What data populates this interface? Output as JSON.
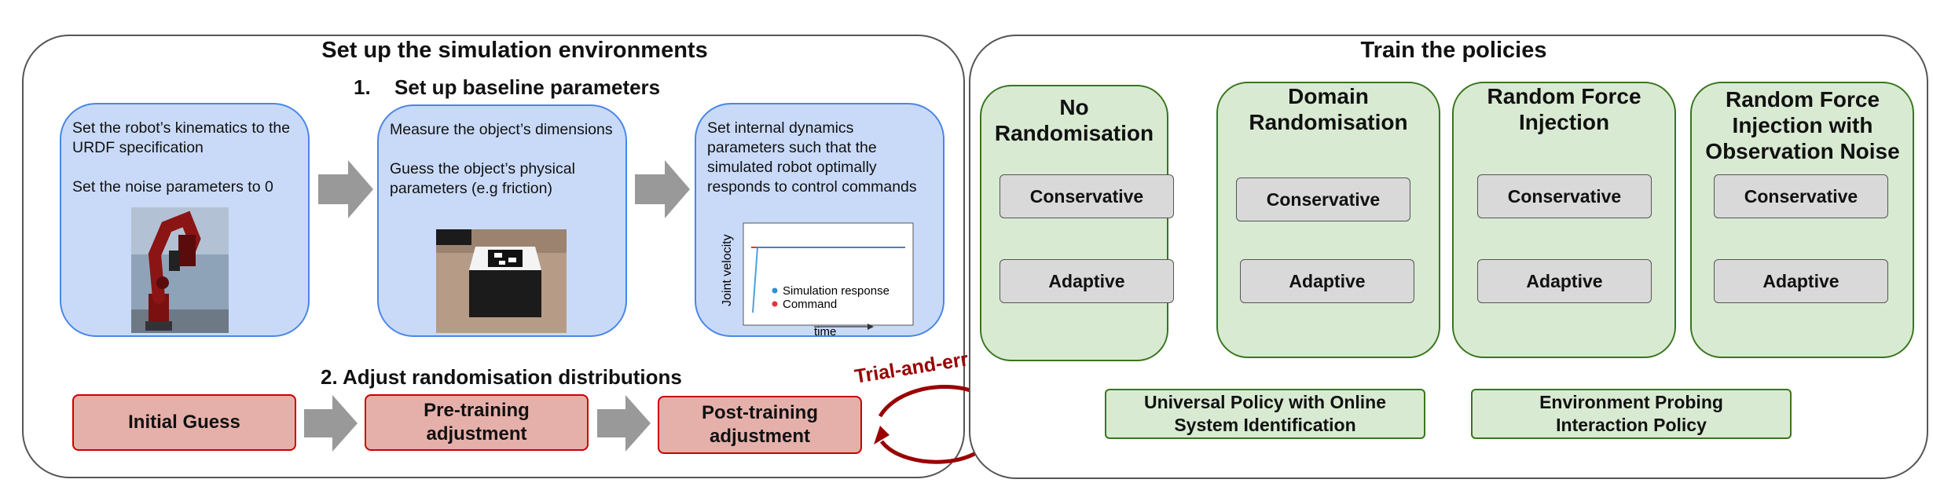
{
  "left_panel": {
    "title": "Set up the simulation environments",
    "step1": {
      "number": "1.",
      "label": "Set up baseline parameters"
    },
    "cards": [
      {
        "line1": "Set the robot’s kinematics to the URDF specification",
        "line2": "Set the noise parameters to 0"
      },
      {
        "line1": "Measure the object’s dimensions",
        "line2": "Guess the object’s physical parameters (e.g friction)"
      },
      {
        "line1": "Set internal dynamics parameters such that the simulated robot optimally responds to control commands"
      }
    ],
    "plot": {
      "ylabel": "Joint velocity",
      "xlabel": "time",
      "legend": [
        "Simulation response",
        "Command"
      ],
      "colors": {
        "simulation": "#2f8fd6",
        "command": "#e8323a"
      }
    },
    "step2": "2. Adjust randomisation distributions",
    "stages": [
      "Initial Guess",
      "Pre-training adjustment",
      "Post-training adjustment"
    ],
    "loop_label": "Trial-and-error"
  },
  "right_panel": {
    "title": "Train the policies",
    "columns": [
      {
        "title": "No Randomisation",
        "conservative": "Conservative",
        "adaptive": "Adaptive"
      },
      {
        "title": "Domain Randomisation",
        "conservative": "Conservative",
        "adaptive": "Adaptive"
      },
      {
        "title": "Random Force Injection",
        "conservative": "Conservative",
        "adaptive": "Adaptive"
      },
      {
        "title": "Random Force Injection with Observation Noise",
        "conservative": "Conservative",
        "adaptive": "Adaptive"
      }
    ],
    "extra_policies": [
      "Universal Policy with Online System Identification",
      "Environment Probing Interaction Policy"
    ]
  },
  "colors": {
    "blue_fill": "#c9daf8",
    "green_fill": "#d9ead3",
    "red_fill": "#e6b0aa",
    "arrow_gray": "#999999",
    "loop_red": "#990000"
  }
}
